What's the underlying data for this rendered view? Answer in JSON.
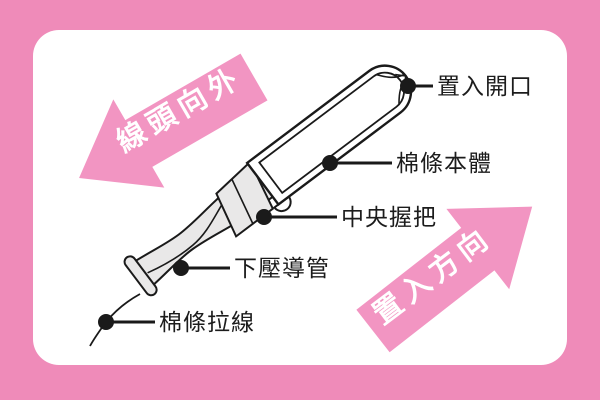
{
  "figure": {
    "subject": "tampon-applicator-parts-diagram",
    "part_labels": [
      {
        "id": "insertion-opening",
        "text": "置入開口"
      },
      {
        "id": "tampon-body",
        "text": "棉條本體"
      },
      {
        "id": "central-grip",
        "text": "中央握把"
      },
      {
        "id": "push-tube",
        "text": "下壓導管"
      },
      {
        "id": "tampon-string",
        "text": "棉條拉線"
      }
    ],
    "arrows": [
      {
        "id": "thread-end-outward",
        "text": "線頭向外",
        "direction": "down-left"
      },
      {
        "id": "insertion-direction",
        "text": "置入方向",
        "direction": "up-right"
      }
    ],
    "colors": {
      "background_pink": "#ef8bb9",
      "arrow_pink": "#f295c2",
      "panel_white": "#ffffff",
      "outline_black": "#1a1a1a",
      "shade_gray": "#e9e8e8"
    }
  }
}
